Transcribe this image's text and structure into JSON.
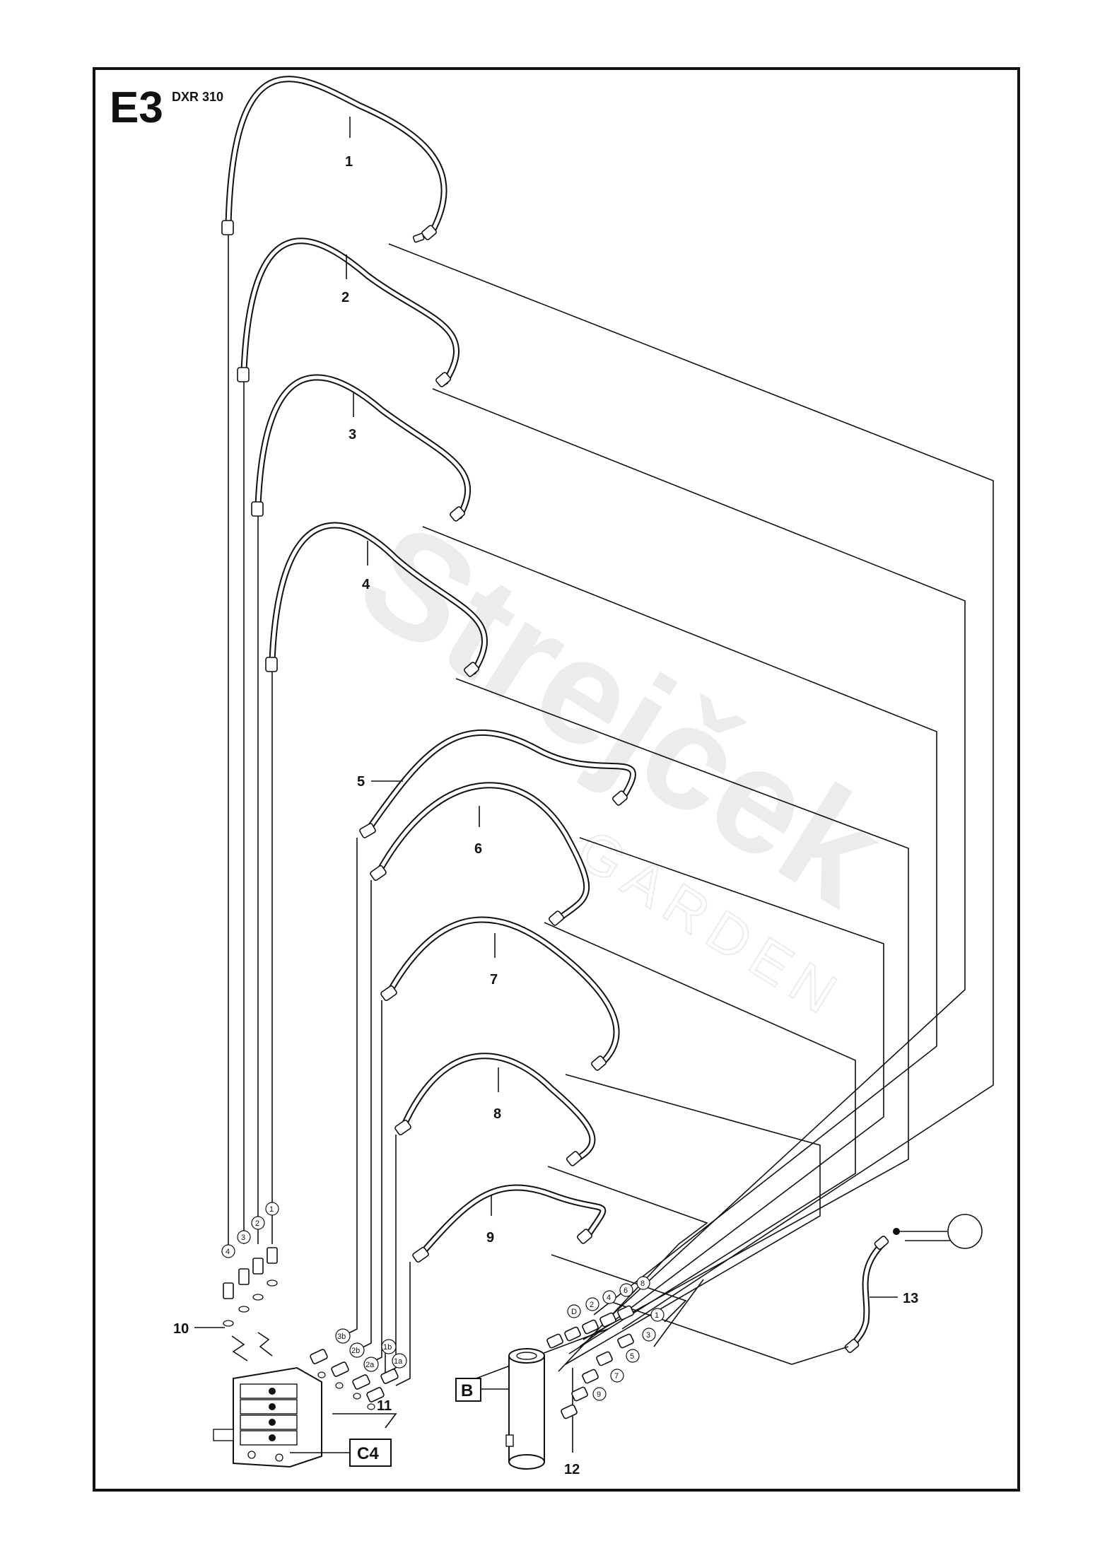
{
  "header": {
    "section": "E3",
    "model": "DXR 310"
  },
  "watermark": {
    "brand": "Strejček",
    "sub": "GARDEN"
  },
  "callouts": {
    "c1": "1",
    "c2": "2",
    "c3": "3",
    "c4": "4",
    "c5": "5",
    "c6": "6",
    "c7": "7",
    "c8": "8",
    "c9": "9",
    "c10": "10",
    "c11": "11",
    "c12": "12",
    "c13": "13"
  },
  "connection_labels": {
    "left_vertical": [
      "4",
      "3",
      "2",
      "1"
    ],
    "valve_ports": [
      "3b",
      "2b",
      "2a",
      "1b",
      "1a"
    ],
    "swivel_top": [
      "D",
      "2",
      "4",
      "6",
      "8"
    ],
    "swivel_bottom": [
      "1",
      "3",
      "5",
      "7",
      "9"
    ]
  },
  "references": {
    "valve_block": "C4",
    "swivel": "B"
  },
  "colors": {
    "line": "#111111",
    "background": "#ffffff",
    "watermark": "#ececec"
  }
}
